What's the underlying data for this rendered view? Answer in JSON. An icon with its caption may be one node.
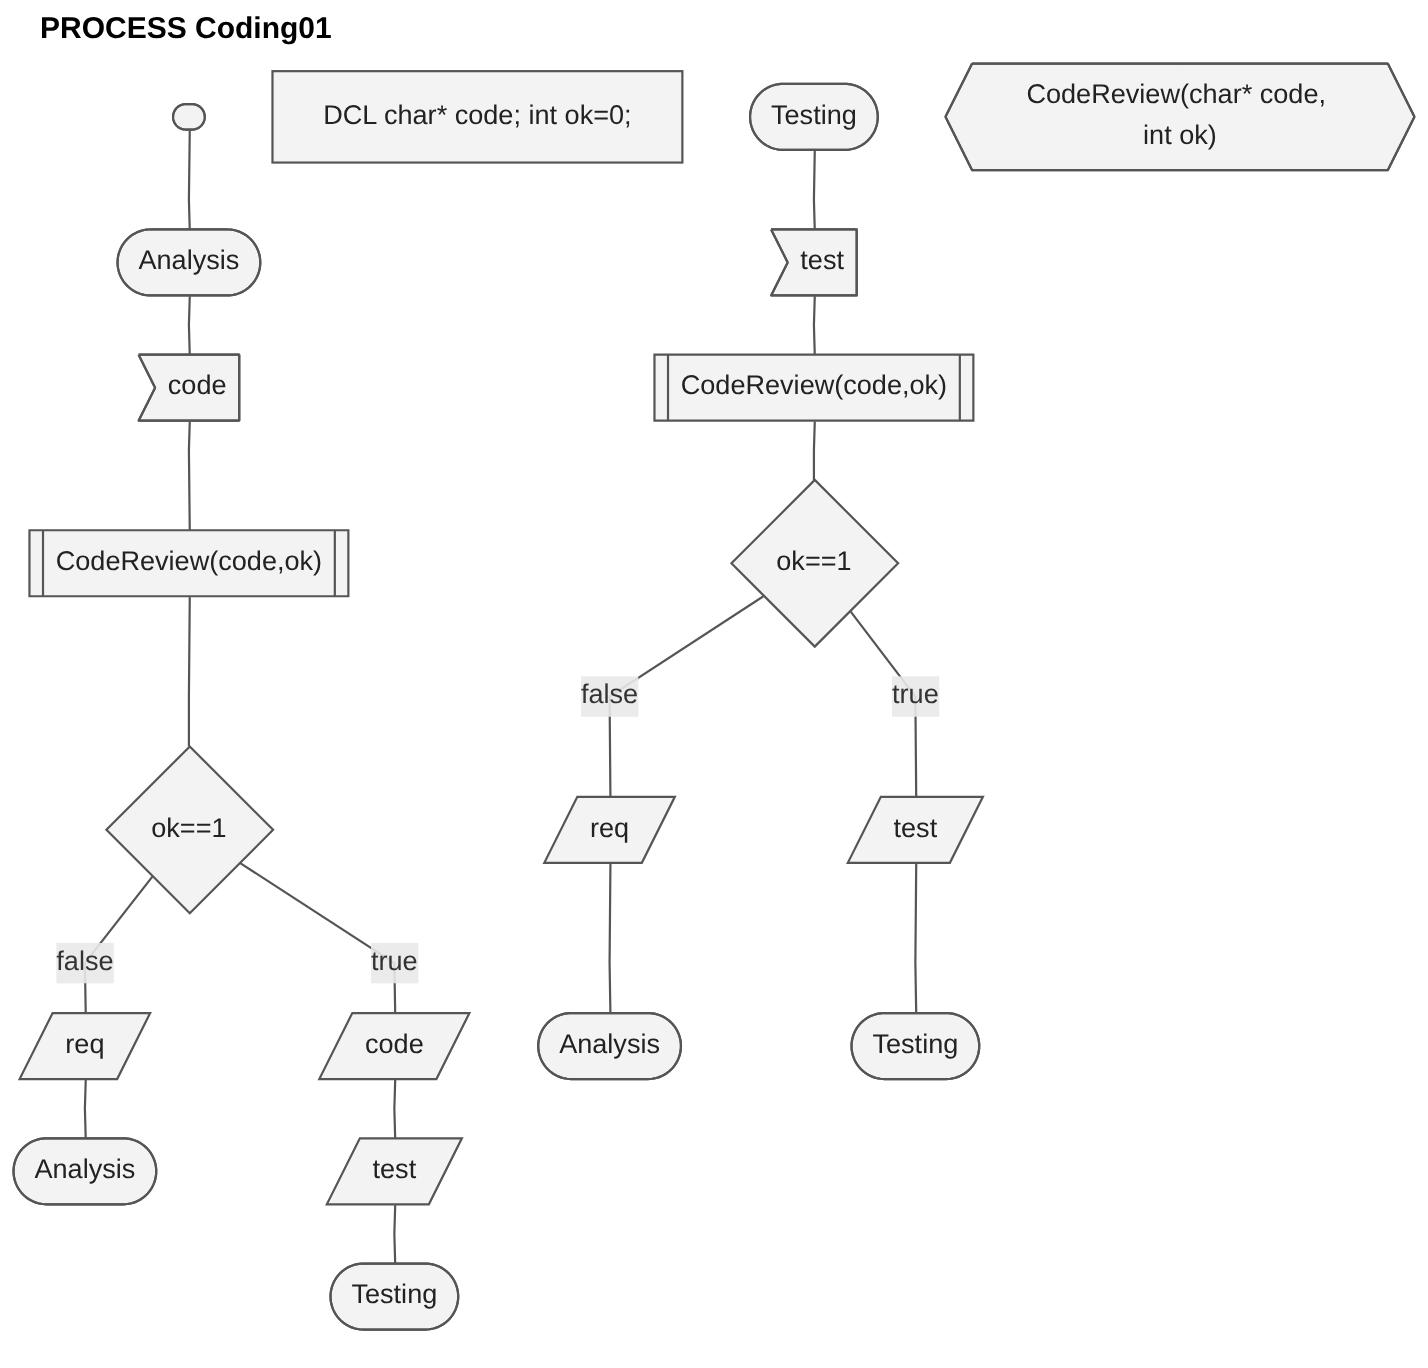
{
  "diagram": {
    "title": "PROCESS Coding01",
    "nodes": [
      {
        "text": [],
        "shape": "stadium"
      },
      {
        "text": [
          "Analysis"
        ]
      },
      {
        "text": [
          "code"
        ]
      },
      {
        "text": [
          "CodeReview(code,ok)"
        ]
      },
      {
        "text": [
          "ok==1"
        ]
      },
      {
        "text": [
          "req"
        ]
      },
      {
        "text": [
          "code"
        ]
      },
      {
        "text": [
          "Analysis"
        ]
      },
      {
        "text": [
          "test"
        ]
      },
      {
        "text": [
          "Testing"
        ]
      },
      {
        "text": [
          "DCL char* code; int ok=0;"
        ]
      },
      {
        "text": [
          "Testing"
        ]
      },
      {
        "text": [
          "CodeReview(char* code, int ok)"
        ]
      },
      {
        "text": [
          "test"
        ]
      },
      {
        "text": [
          "CodeReview(code,ok)"
        ]
      },
      {
        "text": [
          "ok==1"
        ]
      },
      {
        "text": [
          "req"
        ]
      },
      {
        "text": [
          "test"
        ]
      },
      {
        "text": [
          "Analysis"
        ]
      },
      {
        "text": [
          "Testing"
        ]
      }
    ],
    "edges": [
      {
        "from": 0,
        "to": 1,
        "arrow": "none"
      },
      {
        "from": 1,
        "to": 2,
        "arrow": "none"
      },
      {
        "from": 2,
        "to": 3,
        "arrow": "none"
      },
      {
        "from": 3,
        "to": 4,
        "arrow": "none"
      },
      {
        "from": 4,
        "to": 5,
        "arrow": "none",
        "label": "false"
      },
      {
        "from": 4,
        "to": 6,
        "arrow": "none",
        "label": "true"
      },
      {
        "from": 5,
        "to": 7,
        "arrow": "none"
      },
      {
        "from": 6,
        "to": 8,
        "arrow": "none"
      },
      {
        "from": 8,
        "to": 9,
        "arrow": "none"
      },
      {
        "from": 11,
        "to": 13,
        "arrow": "none"
      },
      {
        "from": 13,
        "to": 14,
        "arrow": "none"
      },
      {
        "from": 14,
        "to": 15,
        "arrow": "none"
      },
      {
        "from": 15,
        "to": 16,
        "arrow": "none",
        "label": "false"
      },
      {
        "from": 15,
        "to": 17,
        "arrow": "none",
        "label": "true"
      },
      {
        "from": 16,
        "to": 18,
        "arrow": "none"
      },
      {
        "from": 17,
        "to": 19,
        "arrow": "none"
      }
    ]
  }
}
